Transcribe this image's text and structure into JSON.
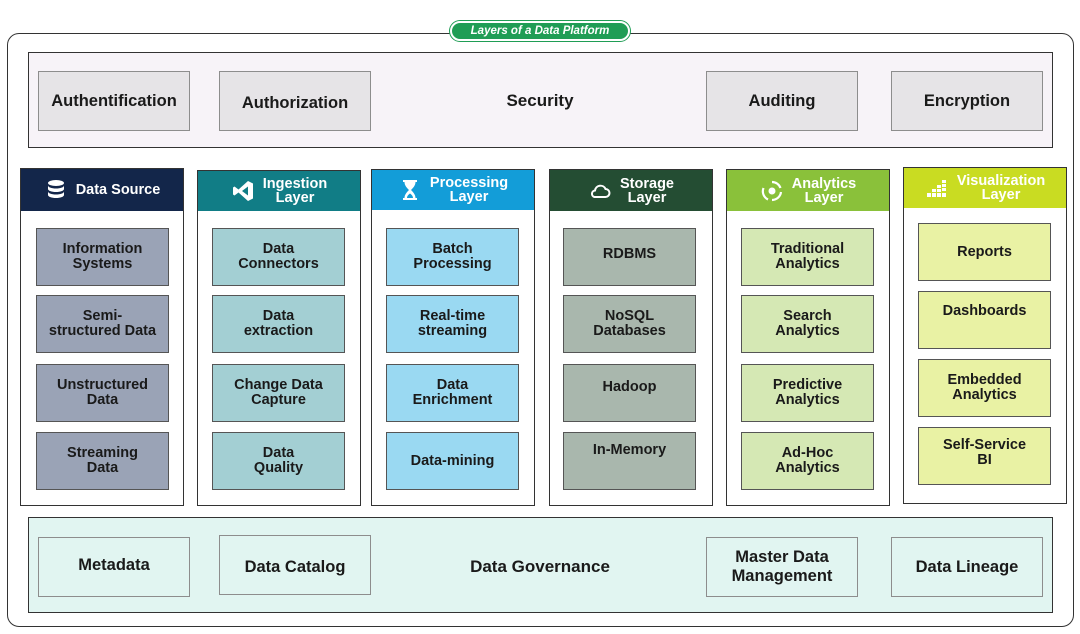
{
  "title": "Layers of a Data Platform",
  "security": {
    "label": "Security",
    "items": [
      "Authentification",
      "Authorization",
      "Auditing",
      "Encryption"
    ]
  },
  "governance": {
    "label": "Data Governance",
    "items": [
      "Metadata",
      "Data Catalog",
      "Master Data\nManagement",
      "Data Lineage"
    ]
  },
  "layers": [
    {
      "title": "Data Source",
      "icon": "database-icon",
      "color": "#13264a",
      "item_color": "#9aa3b6",
      "items": [
        "Information\nSystems",
        "Semi-\nstructured Data",
        "Unstructured\nData",
        "Streaming\nData"
      ]
    },
    {
      "title": "Ingestion\nLayer",
      "icon": "vscode-icon",
      "color": "#117d86",
      "item_color": "#a3cfd3",
      "items": [
        "Data\nConnectors",
        "Data\nextraction",
        "Change Data\nCapture",
        "Data\nQuality"
      ]
    },
    {
      "title": "Processing\nLayer",
      "icon": "hourglass-icon",
      "color": "#139dd8",
      "item_color": "#9ad9f2",
      "items": [
        "Batch\nProcessing",
        "Real-time\nstreaming",
        "Data\nEnrichment",
        "Data-mining"
      ]
    },
    {
      "title": "Storage\nLayer",
      "icon": "cloud-icon",
      "color": "#244d33",
      "item_color": "#a9b7ad",
      "items": [
        "RDBMS",
        "NoSQL\nDatabases",
        "Hadoop",
        "In-Memory"
      ]
    },
    {
      "title": "Analytics\nLayer",
      "icon": "analytics-icon",
      "color": "#8ac13a",
      "item_color": "#d5e8b4",
      "items": [
        "Traditional\nAnalytics",
        "Search\nAnalytics",
        "Predictive\nAnalytics",
        "Ad-Hoc\nAnalytics"
      ]
    },
    {
      "title": "Visualization\nLayer",
      "icon": "bars-icon",
      "color": "#c9dc22",
      "item_color": "#e9f2a4",
      "items": [
        "Reports",
        "Dashboards",
        "Embedded\nAnalytics",
        "Self-Service\nBI"
      ]
    }
  ]
}
